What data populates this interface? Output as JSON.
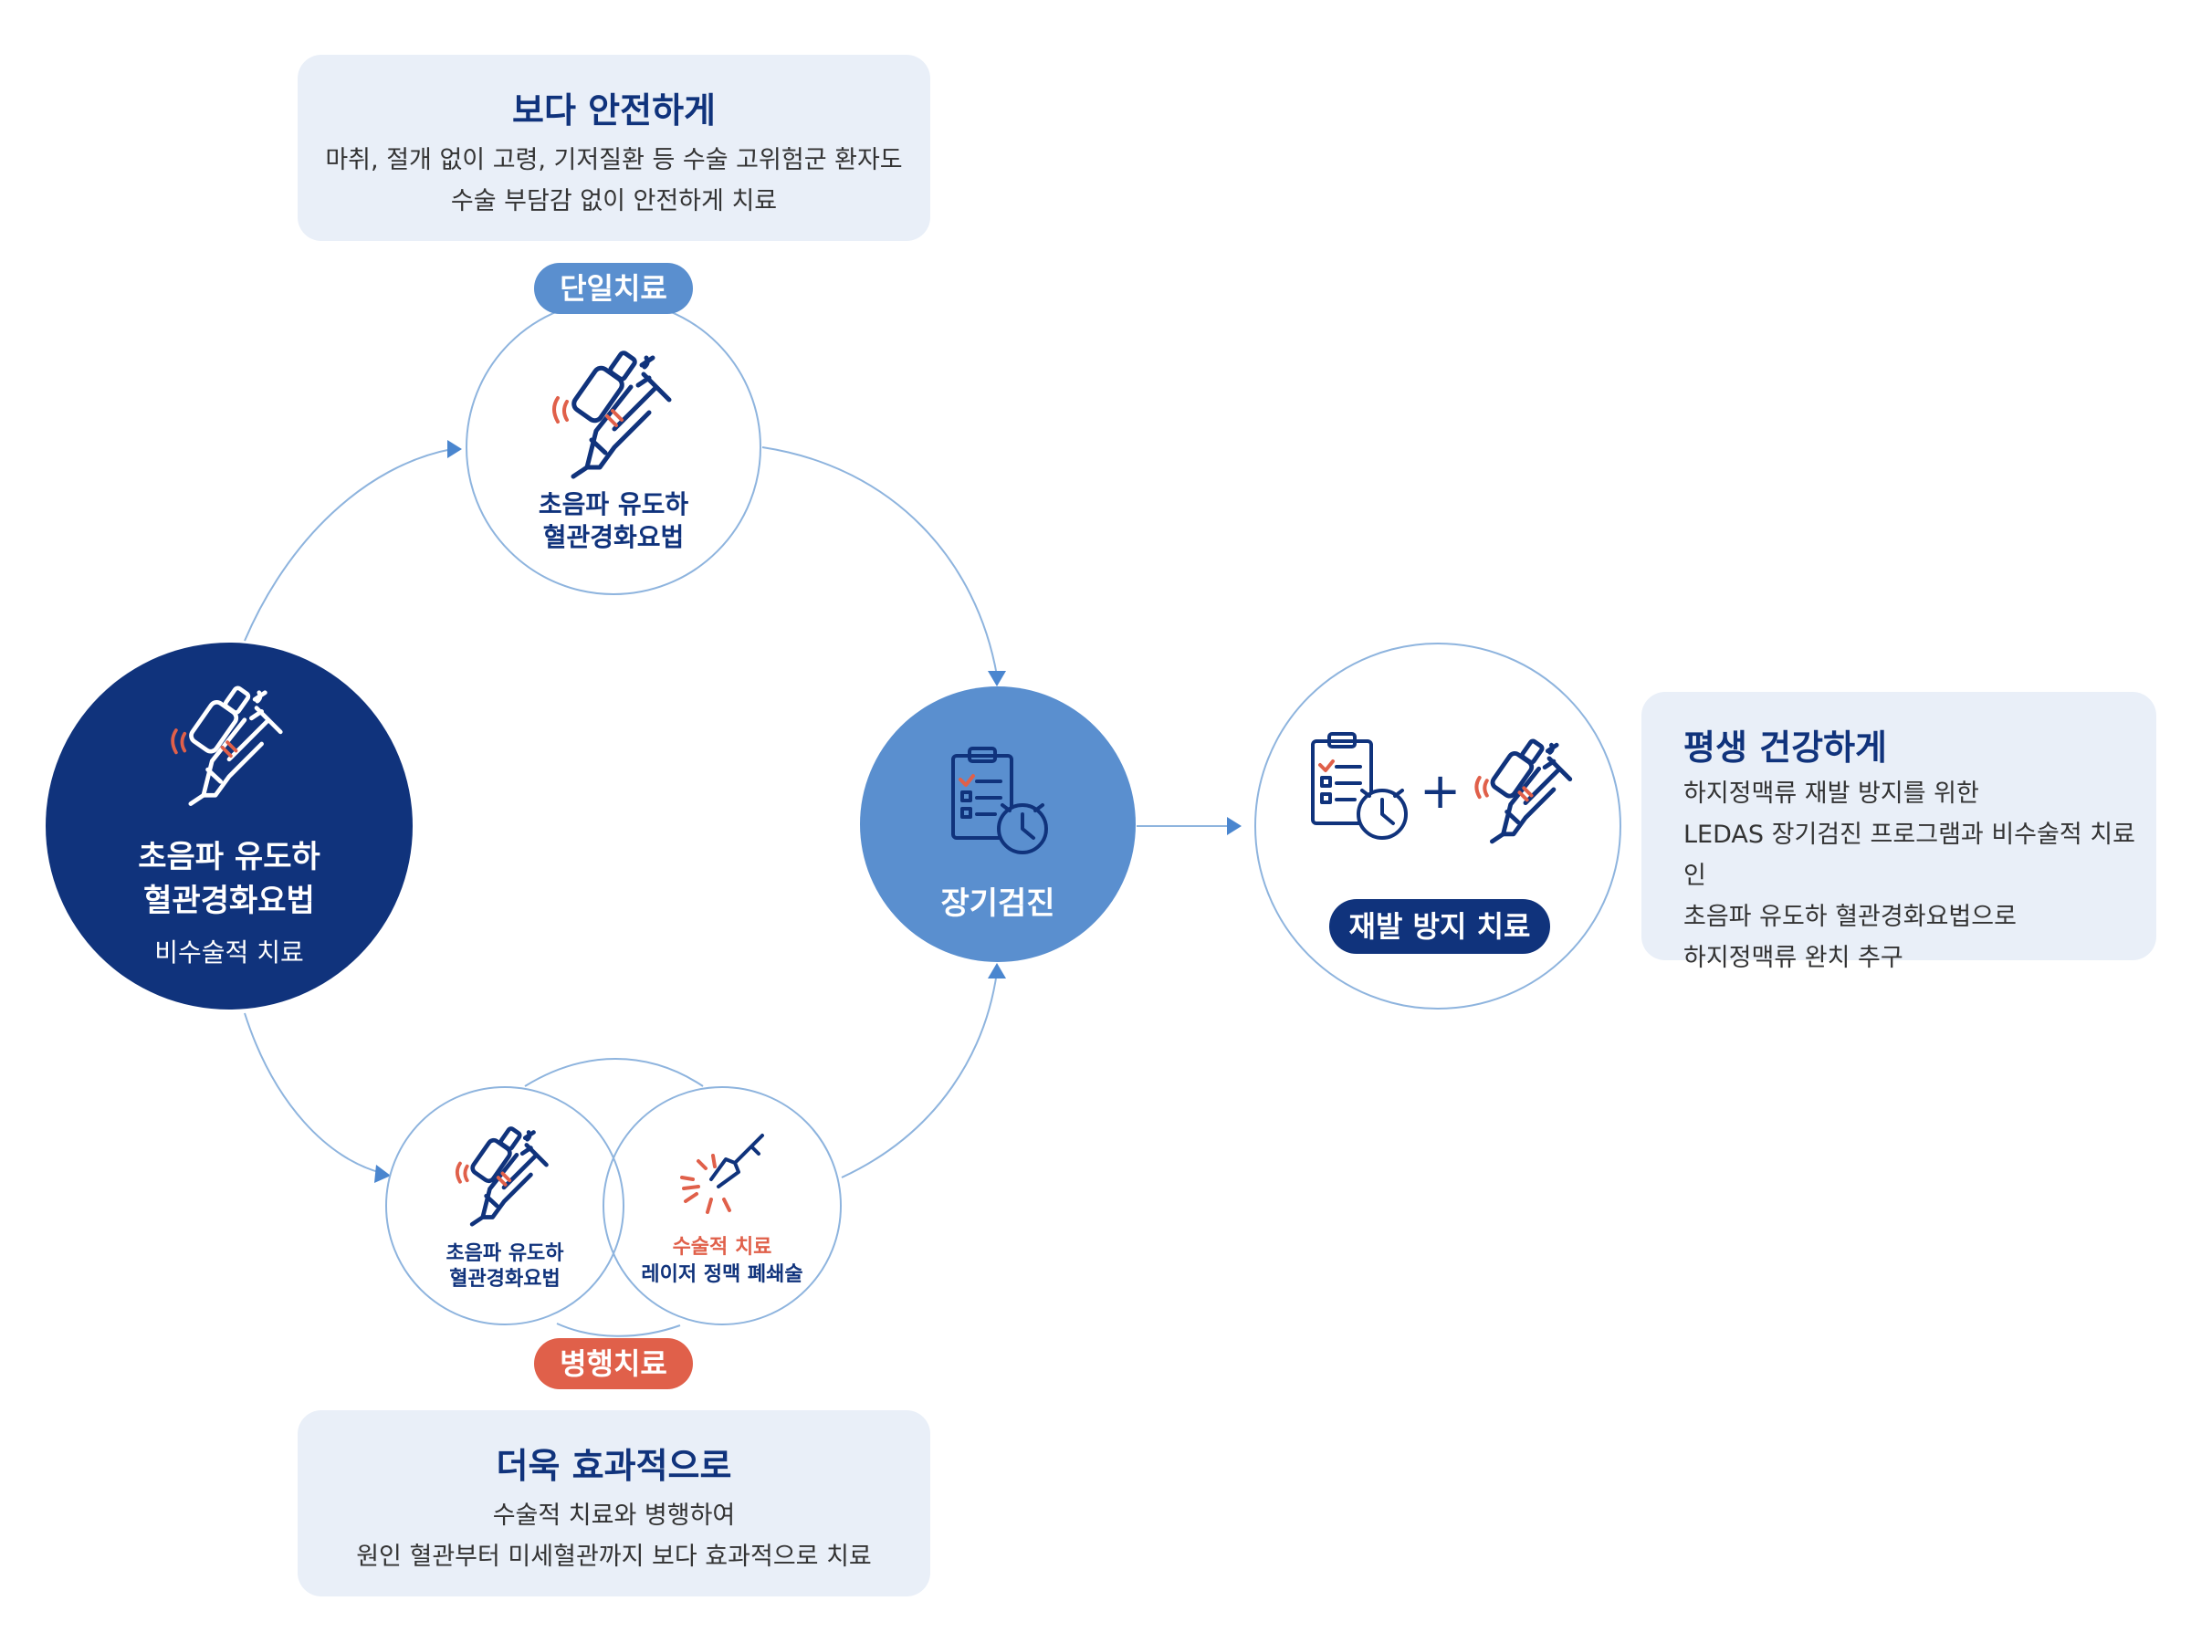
{
  "top_box": {
    "title": "보다 안전하게",
    "line1": "마취, 절개 없이 고령, 기저질환 등 수술 고위험군 환자도",
    "line2": "수술 부담감 없이 안전하게 치료"
  },
  "single": {
    "badge": "단일치료",
    "label1": "초음파 유도하",
    "label2": "혈관경화요법"
  },
  "main": {
    "label1": "초음파 유도하",
    "label2": "혈관경화요법",
    "sub": "비수술적 치료"
  },
  "checkup": {
    "label": "장기검진"
  },
  "combined": {
    "badge": "병행치료",
    "left_label1": "초음파 유도하",
    "left_label2": "혈관경화요법",
    "right_label1": "수술적 치료",
    "right_label2": "레이저 정맥 폐쇄술"
  },
  "bottom_box": {
    "title": "더욱 효과적으로",
    "line1": "수술적 치료와 병행하여",
    "line2": "원인 혈관부터 미세혈관까지 보다 효과적으로 치료"
  },
  "prevention": {
    "plus": "+",
    "badge": "재발 방지 치료"
  },
  "right_box": {
    "title": "평생 건강하게",
    "line1": "하지정맥류 재발 방지를 위한",
    "line2": "LEDAS 장기검진 프로그램과 비수술적 치료인",
    "line3": "초음파 유도하 혈관경화요법으로",
    "line4": "하지정맥류 완치 추구"
  },
  "colors": {
    "navy": "#10337c",
    "mid_blue": "#5a8fcf",
    "light_blue_line": "#8eb4de",
    "box_bg": "#e9eff8",
    "coral": "#e0604a"
  },
  "icons": [
    "ultrasound-probe-syringe-icon",
    "laser-fiber-icon",
    "checklist-clock-icon"
  ]
}
